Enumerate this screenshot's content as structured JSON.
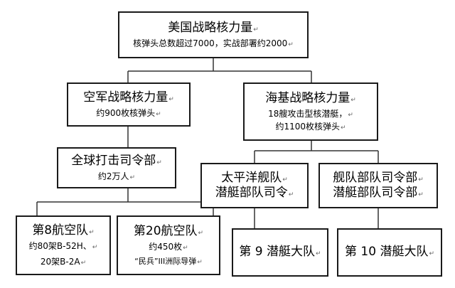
{
  "root": {
    "title": "美国战略核力量",
    "sub": "核弹头总数超过7000，实战部署约2000"
  },
  "air": {
    "title": "空军战略核力量",
    "sub": "约900枚核弹头"
  },
  "sea": {
    "title": "海基战略核力量",
    "sub1": "18艘攻击型核潜艇，",
    "sub2": "约1100枚核弹头"
  },
  "global_strike": {
    "title": "全球打击司令部",
    "sub": "约2万人"
  },
  "pacific": {
    "line1": "太平洋舰队",
    "line2": "潜艇部队司令"
  },
  "fleet": {
    "line1": "舰队部队司令部",
    "line2": "潜艇部队司令部"
  },
  "af8": {
    "title": "第8航空队",
    "sub1": "约80架B-52H、",
    "sub2": "20架B-2A"
  },
  "af20": {
    "title": "第20航空队",
    "sub1": "约450枚",
    "sub2": "“民兵”III洲际导弹"
  },
  "sub9": {
    "title": "第 9 潜艇大队"
  },
  "sub10": {
    "title": "第 10 潜艇大队"
  },
  "paragraph_mark": "↵"
}
